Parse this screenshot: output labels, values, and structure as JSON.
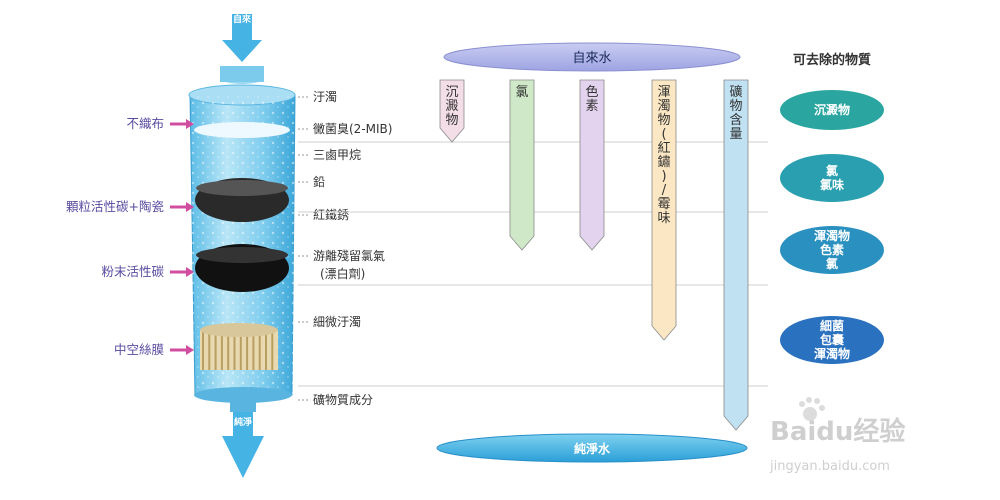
{
  "diagram": {
    "inlet_label": "自來水",
    "outlet_label": "純淨水",
    "top_ellipse_label": "自來水",
    "bottom_ellipse_label": "純淨水",
    "right_header": "可去除的物質",
    "side_labels": [
      "不織布",
      "顆粒活性碳+陶瓷",
      "粉末活性碳",
      "中空絲膜"
    ],
    "contaminants": [
      {
        "text": "汙濁"
      },
      {
        "text": "黴菌臭(2-MIB)"
      },
      {
        "text": "三鹵甲烷"
      },
      {
        "text": "鉛"
      },
      {
        "text": "紅鐵銹"
      },
      {
        "text": "游離殘留氯氣"
      },
      {
        "text": "(漂白劑)"
      },
      {
        "text": "細微汙濁"
      },
      {
        "text": "礦物質成分"
      }
    ],
    "columns": [
      {
        "text": "沉澱物",
        "color": "#f3dde6"
      },
      {
        "text": "氯",
        "color": "#cfe9c8"
      },
      {
        "text": "色素",
        "color": "#e3d3ee"
      },
      {
        "text": "渾濁物(紅鏽)/霉味",
        "color": "#fbe7c3"
      },
      {
        "text": "礦物含量",
        "color": "#bfe1f2"
      }
    ],
    "badges": [
      {
        "lines": [
          "沉澱物"
        ],
        "color": "#2aa5a0"
      },
      {
        "lines": [
          "氯",
          "氯味"
        ],
        "color": "#2a9fb0"
      },
      {
        "lines": [
          "渾濁物",
          "色素",
          "氯"
        ],
        "color": "#2a90c0"
      },
      {
        "lines": [
          "細菌",
          "包囊",
          "渾濁物"
        ],
        "color": "#2a72c0"
      }
    ],
    "watermark": {
      "brand": "Bai",
      "brand2": "du",
      "cn": "经验",
      "url": "jingyan.baidu.com"
    }
  }
}
